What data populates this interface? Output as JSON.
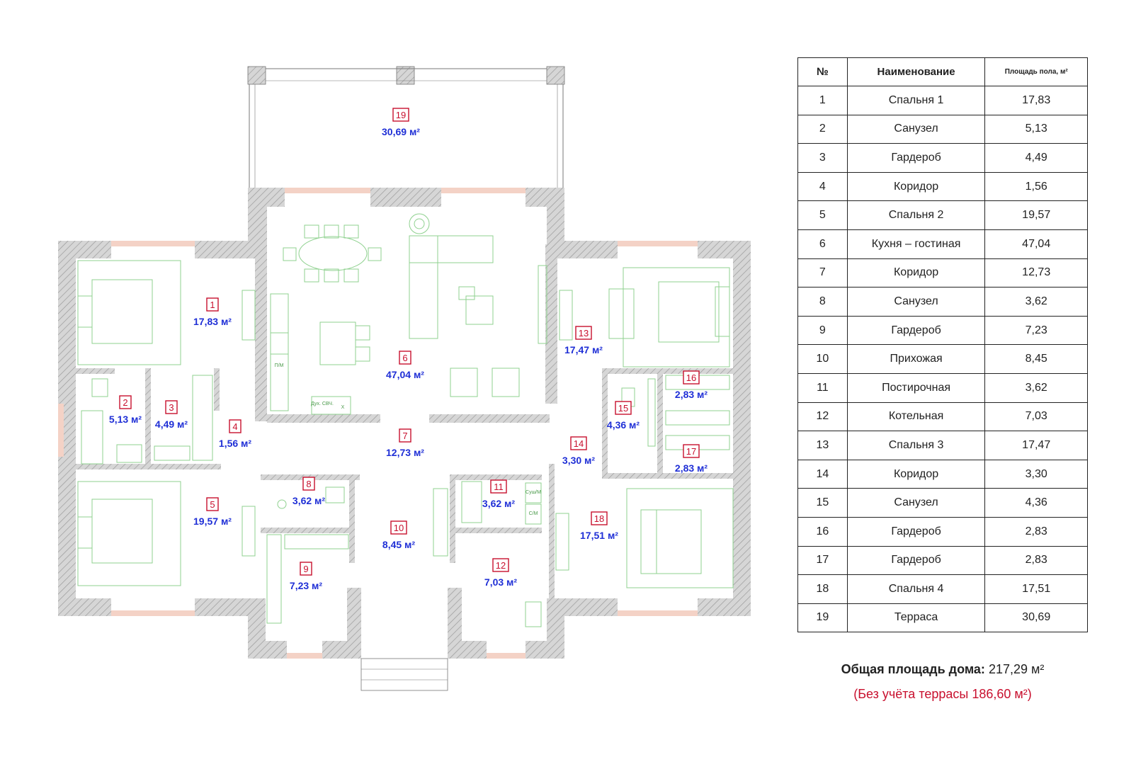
{
  "plan": {
    "rooms": [
      {
        "num": "1",
        "area": "17,83 м²"
      },
      {
        "num": "2",
        "area": "5,13 м²"
      },
      {
        "num": "3",
        "area": "4,49 м²"
      },
      {
        "num": "4",
        "area": "1,56 м²"
      },
      {
        "num": "5",
        "area": "19,57 м²"
      },
      {
        "num": "6",
        "area": "47,04 м²"
      },
      {
        "num": "7",
        "area": "12,73 м²"
      },
      {
        "num": "8",
        "area": "3,62 м²"
      },
      {
        "num": "9",
        "area": "7,23 м²"
      },
      {
        "num": "10",
        "area": "8,45 м²"
      },
      {
        "num": "11",
        "area": "3,62 м²"
      },
      {
        "num": "12",
        "area": "7,03 м²"
      },
      {
        "num": "13",
        "area": "17,47 м²"
      },
      {
        "num": "14",
        "area": "3,30 м²"
      },
      {
        "num": "15",
        "area": "4,36 м²"
      },
      {
        "num": "16",
        "area": "2,83 м²"
      },
      {
        "num": "17",
        "area": "2,83 м²"
      },
      {
        "num": "18",
        "area": "17,51 м²"
      },
      {
        "num": "19",
        "area": "30,69 м²"
      }
    ],
    "furniture_labels": {
      "fridge": "Дух. СВЧ.",
      "stove_x": "X",
      "dishwasher": "П/М",
      "dryer": "Суш/М",
      "washer": "С/М"
    }
  },
  "legend": {
    "headers": {
      "num": "№",
      "name": "Наименование",
      "area": "Площадь пола, м²"
    },
    "rows": [
      {
        "num": "1",
        "name": "Спальня 1",
        "area": "17,83"
      },
      {
        "num": "2",
        "name": "Санузел",
        "area": "5,13"
      },
      {
        "num": "3",
        "name": "Гардероб",
        "area": "4,49"
      },
      {
        "num": "4",
        "name": "Коридор",
        "area": "1,56"
      },
      {
        "num": "5",
        "name": "Спальня 2",
        "area": "19,57"
      },
      {
        "num": "6",
        "name": "Кухня – гостиная",
        "area": "47,04"
      },
      {
        "num": "7",
        "name": "Коридор",
        "area": "12,73"
      },
      {
        "num": "8",
        "name": "Санузел",
        "area": "3,62"
      },
      {
        "num": "9",
        "name": "Гардероб",
        "area": "7,23"
      },
      {
        "num": "10",
        "name": "Прихожая",
        "area": "8,45"
      },
      {
        "num": "11",
        "name": "Постирочная",
        "area": "3,62"
      },
      {
        "num": "12",
        "name": "Котельная",
        "area": "7,03"
      },
      {
        "num": "13",
        "name": "Спальня 3",
        "area": "17,47"
      },
      {
        "num": "14",
        "name": "Коридор",
        "area": "3,30"
      },
      {
        "num": "15",
        "name": "Санузел",
        "area": "4,36"
      },
      {
        "num": "16",
        "name": "Гардероб",
        "area": "2,83"
      },
      {
        "num": "17",
        "name": "Гардероб",
        "area": "2,83"
      },
      {
        "num": "18",
        "name": "Спальня 4",
        "area": "17,51"
      },
      {
        "num": "19",
        "name": "Терраса",
        "area": "30,69"
      }
    ]
  },
  "summary": {
    "total_label": "Общая площадь дома:",
    "total_value": "217,29 м²",
    "no_terrace_label": "(Без учёта террасы",
    "no_terrace_value": "186,60 м²)"
  },
  "colors": {
    "wall": "#c9c9c9",
    "furniture": "#8fd18f",
    "room_number": "#c8102e",
    "room_area": "#1f2fd6",
    "window": "#f2b8a8"
  }
}
